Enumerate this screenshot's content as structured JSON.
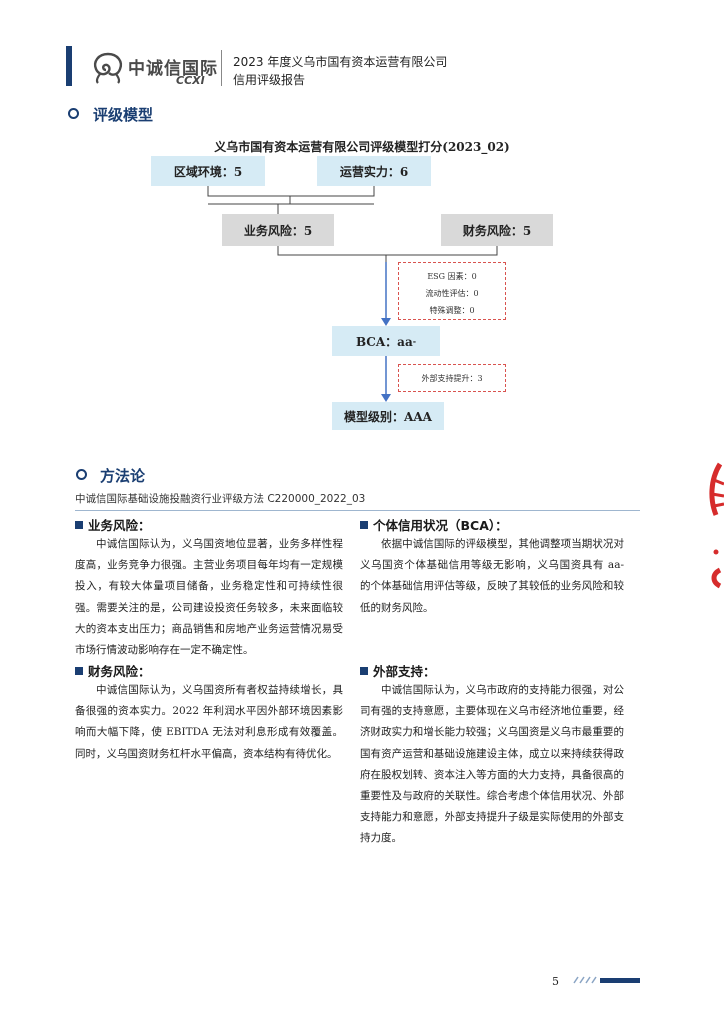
{
  "header": {
    "logo_cn": "中诚信国际",
    "logo_en": "CCXI",
    "title_line1": "2023 年度义乌市国有资本运营有限公司",
    "title_line2": "信用评级报告"
  },
  "section_model": {
    "title": "评级模型"
  },
  "diagram": {
    "title": "义乌市国有资本运营有限公司评级模型打分(2023_02)",
    "region": "区域环境：5",
    "operation": "运营实力：6",
    "business_risk": "业务风险：5",
    "financial_risk": "财务风险：5",
    "adjust_esg": "ESG 因素：0",
    "adjust_liquidity": "流动性评估：0",
    "adjust_special": "特殊调整：0",
    "bca": "BCA：aa",
    "bca_sup": "-",
    "external_support": "外部支持提升：3",
    "model_rating": "模型级别：AAA"
  },
  "section_method": {
    "title": "方法论",
    "methodology": "中诚信国际基础设施投融资行业评级方法 C220000_2022_03"
  },
  "blocks": {
    "business": {
      "heading": "业务风险：",
      "text": "中诚信国际认为，义乌国资地位显著，业务多样性程度高，业务竞争力很强。主营业务项目每年均有一定规模投入，有较大体量项目储备，业务稳定性和可持续性很强。需要关注的是，公司建设投资任务较多，未来面临较大的资本支出压力；商品销售和房地产业务运营情况易受市场行情波动影响存在一定不确定性。"
    },
    "bca": {
      "heading": "个体信用状况（BCA）：",
      "text": "依据中诚信国际的评级模型，其他调整项当期状况对义乌国资个体基础信用等级无影响，义乌国资具有 aa- 的个体基础信用评估等级，反映了其较低的业务风险和较低的财务风险。"
    },
    "financial": {
      "heading": "财务风险：",
      "text": "中诚信国际认为，义乌国资所有者权益持续增长，具备很强的资本实力。2022 年利润水平因外部环境因素影响而大幅下降，使 EBITDA 无法对利息形成有效覆盖。同时，义乌国资财务杠杆水平偏高，资本结构有待优化。"
    },
    "external": {
      "heading": "外部支持：",
      "text": "中诚信国际认为，义乌市政府的支持能力很强，对公司有强的支持意愿，主要体现在义乌市经济地位重要，经济财政实力和增长能力较强；义乌国资是义乌市最重要的国有资产运营和基础设施建设主体，成立以来持续获得政府在股权划转、资本注入等方面的大力支持，具备很高的重要性及与政府的关联性。综合考虑个体信用状况、外部支持能力和意愿，外部支持提升子级是实际使用的外部支持力度。"
    }
  },
  "footer": {
    "page_number": "5"
  },
  "colors": {
    "brand": "#1a3e72",
    "box_blue": "#d6ebf5",
    "box_gray": "#d9d9d9",
    "dashed_red": "#d9534f",
    "arrow": "#4472c4"
  }
}
